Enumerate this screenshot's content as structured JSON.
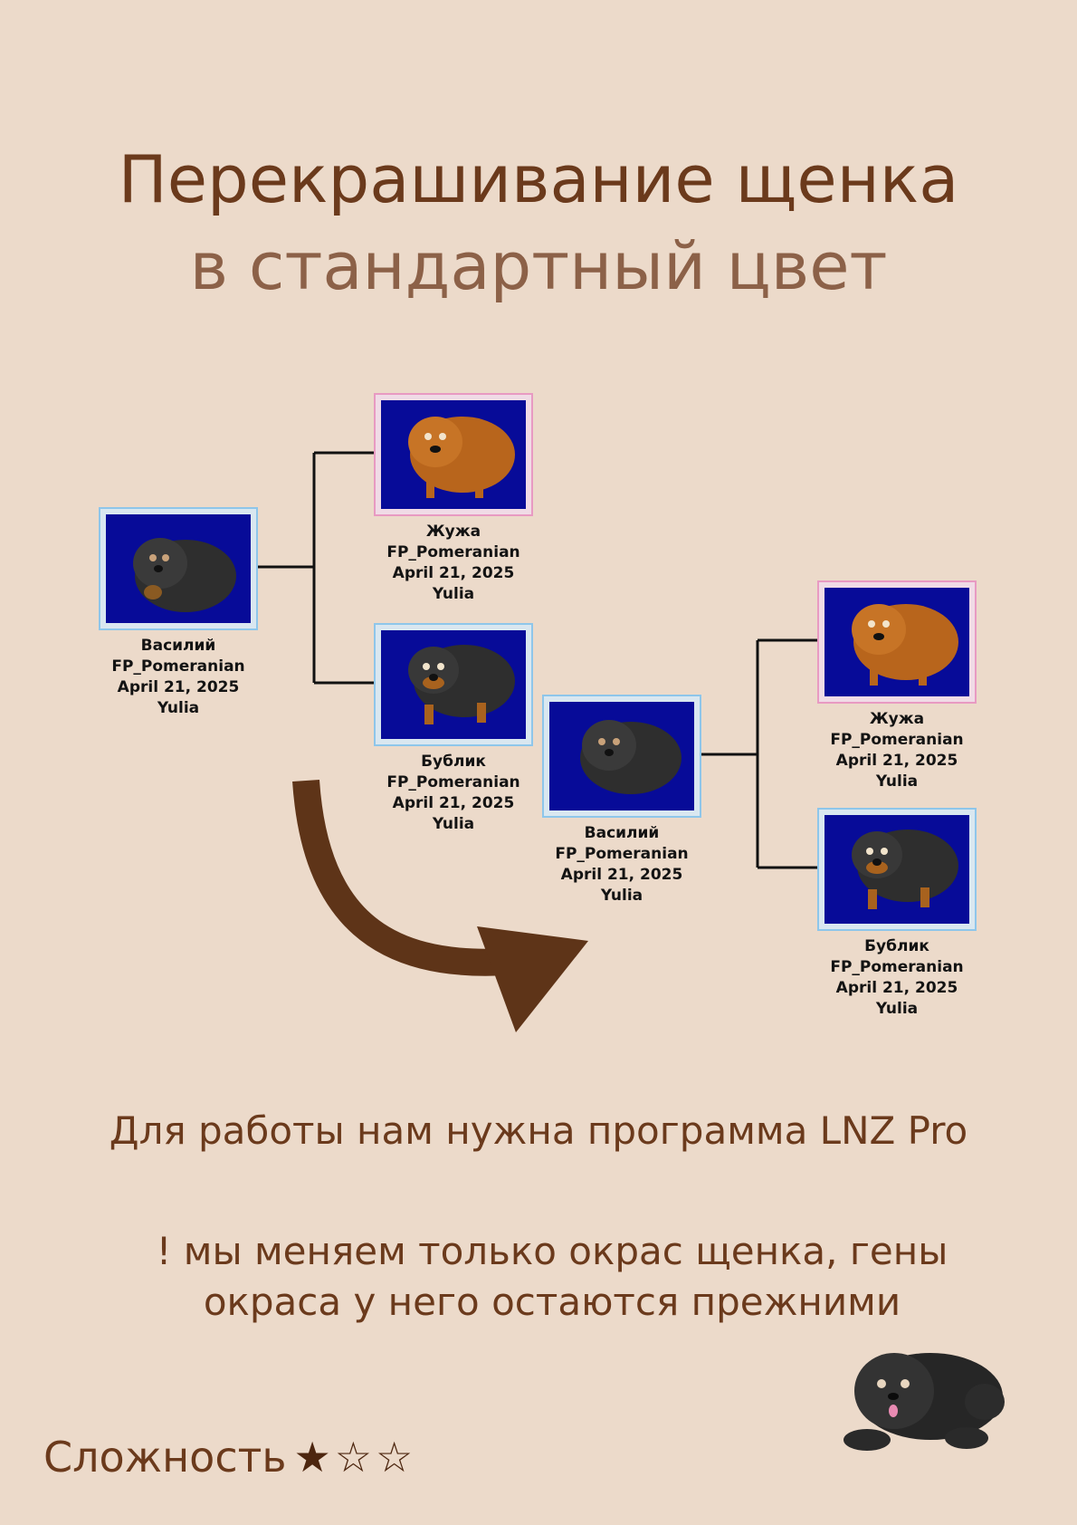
{
  "title": {
    "line1": "Перекрашивание щенка",
    "line2": "в стандартный цвет"
  },
  "tree_left": {
    "child": {
      "name": "Василий",
      "breed": "FP_Pomeranian",
      "date": "April 21, 2025",
      "owner": "Yulia",
      "coat": "black"
    },
    "mother": {
      "name": "Жужа",
      "breed": "FP_Pomeranian",
      "date": "April 21, 2025",
      "owner": "Yulia",
      "coat": "orange"
    },
    "father": {
      "name": "Бублик",
      "breed": "FP_Pomeranian",
      "date": "April 21, 2025",
      "owner": "Yulia",
      "coat": "black-and-tan"
    }
  },
  "tree_right": {
    "child": {
      "name": "Василий",
      "breed": "FP_Pomeranian",
      "date": "April 21, 2025",
      "owner": "Yulia",
      "coat": "black"
    },
    "mother": {
      "name": "Жужа",
      "breed": "FP_Pomeranian",
      "date": "April 21, 2025",
      "owner": "Yulia",
      "coat": "orange"
    },
    "father": {
      "name": "Бублик",
      "breed": "FP_Pomeranian",
      "date": "April 21, 2025",
      "owner": "Yulia",
      "coat": "black-and-tan"
    }
  },
  "info": {
    "program": "Для работы нам нужна программа LNZ Pro",
    "note": "! мы меняем только окрас щенка, гены окраса у него остаются прежними"
  },
  "difficulty": {
    "label": "Сложность",
    "stars": "★☆☆"
  },
  "colors": {
    "background": "#ecdaca",
    "title_primary": "#6b3a1c",
    "title_secondary": "#8c6148",
    "arrow": "#5e3418",
    "photo_background": "#070b98",
    "male_frame": "#8ec6ea",
    "female_frame": "#e89ac2"
  }
}
